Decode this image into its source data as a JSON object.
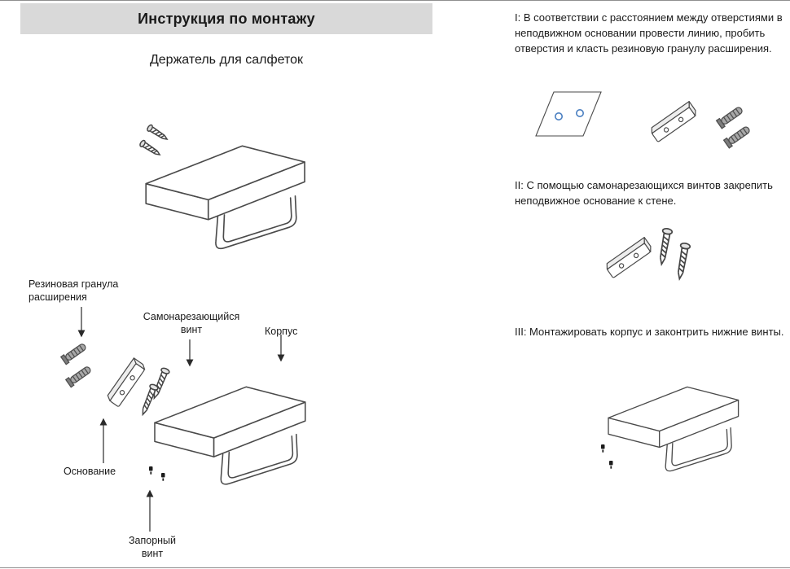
{
  "page": {
    "title": "Инструкция по монтажу",
    "subtitle": "Держатель для салфеток"
  },
  "part_labels": {
    "rubber_plug": "Резиновая гранула расширения",
    "self_tapping_screw": "Самонарезающийся винт",
    "body": "Корпус",
    "base": "Основание",
    "lock_screw": "Запорный винт"
  },
  "steps": [
    {
      "number": "I",
      "text": "I: В соответствии с расстоянием между отверстиями в неподвижном основании провести линию, пробить отверстия и класть резиновую гранулу расширения."
    },
    {
      "number": "II",
      "text": "II: С помощью самонарезающихся винтов закрепить неподвижное основание к стене."
    },
    {
      "number": "III",
      "text": "III: Монтажировать корпус и законтрить нижние винты."
    }
  ],
  "icons": {
    "dowel": "rubber-expansion-plug",
    "wall_plate": "mounting-base-plate",
    "screw": "self-tapping-screw",
    "lock_screw": "lock-screw",
    "holder": "napkin-holder-body",
    "marking": "wall-drill-marking"
  },
  "colors": {
    "header_bg": "#d9d9d9",
    "line_art": "#4a4a4a",
    "hole_marker_blue": "#4a7fc1"
  }
}
